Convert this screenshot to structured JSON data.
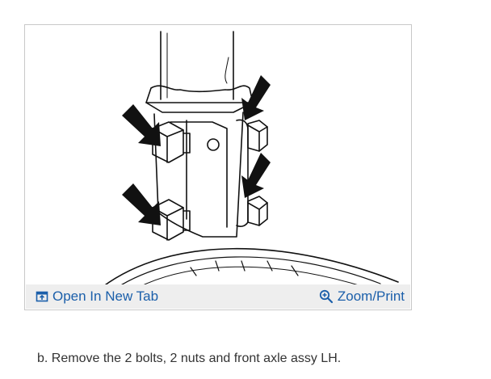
{
  "figure": {
    "open_tab_label": "Open In New Tab",
    "open_tab_icon": "open-new-tab-icon",
    "zoom_label": "Zoom/Print",
    "zoom_icon": "zoom-in-icon",
    "link_color": "#1b5faa",
    "toolbar_color": "#eeeeee"
  },
  "instruction": {
    "text": "b. Remove the 2 bolts, 2 nuts and front axle assy LH."
  }
}
